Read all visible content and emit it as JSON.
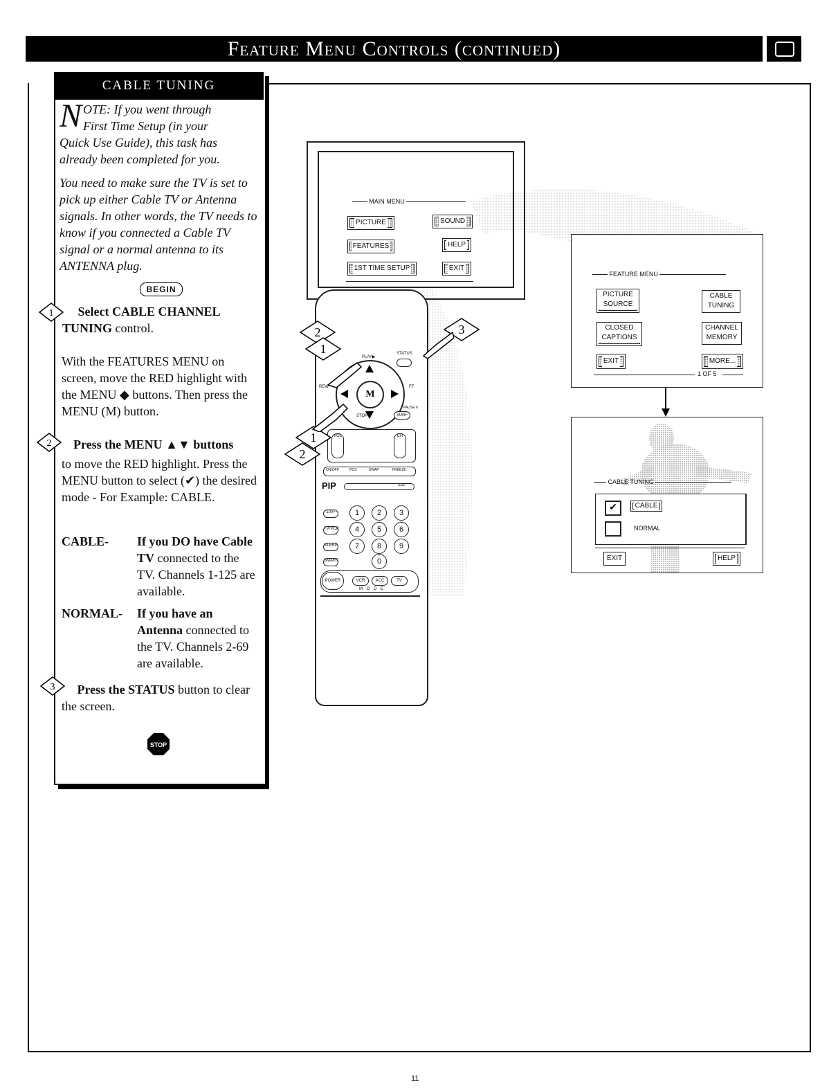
{
  "header": {
    "title": "Feature Menu Controls (continued)"
  },
  "left_panel": {
    "title": "CABLE TUNING",
    "note_initial": "N",
    "note_text_line1": "OTE: If you went through",
    "note_text_line2": "First Time Setup (in your",
    "note_text_rest": "Quick Use Guide), this task has already been completed for you.",
    "intro": "You need to make sure the TV is set to pick up either Cable TV or Antenna signals. In other words, the TV needs to know if you connected a Cable TV signal or a normal antenna to its ANTENNA plug.",
    "begin_label": "BEGIN",
    "step1": {
      "number": "1",
      "heading_bold": "Select CABLE CHANNEL TUNING",
      "heading_rest": " control.",
      "body": "With the FEATURES MENU on screen, move the RED highlight with the MENU ◆ buttons. Then press the MENU (M) button."
    },
    "step2": {
      "number": "2",
      "heading_bold": "Press the MENU ▲▼ buttons",
      "body": "to move the RED highlight. Press the MENU button to select (✔) the desired mode - For Example: CABLE.",
      "options": [
        {
          "term": "CABLE-",
          "desc_bold": "If you DO have Cable TV",
          "desc_rest": " connected to the TV. Channels 1-125 are available."
        },
        {
          "term": "NORMAL-",
          "desc_bold": "If you have an Antenna",
          "desc_rest": " connected to the TV. Channels 2-69 are available."
        }
      ]
    },
    "step3": {
      "number": "3",
      "heading_bold": "Press the STATUS",
      "heading_rest": " button to clear the screen."
    },
    "stop_label": "STOP"
  },
  "main_menu_screen": {
    "title": "MAIN MENU",
    "buttons": [
      "PICTURE",
      "SOUND",
      "FEATURES",
      "HELP",
      "1ST TIME SETUP",
      "EXIT"
    ]
  },
  "feature_menu_screen": {
    "title": "FEATURE MENU",
    "buttons": [
      "PICTURE SOURCE",
      "CABLE TUNING",
      "CLOSED CAPTIONS",
      "CHANNEL MEMORY",
      "EXIT",
      "MORE..."
    ],
    "page_indicator": "1 OF 5"
  },
  "cable_tuning_screen": {
    "title": "CABLE TUNING",
    "options": [
      {
        "label": "CABLE",
        "checked": true
      },
      {
        "label": "NORMAL",
        "checked": false
      }
    ],
    "exit_label": "EXIT",
    "help_label": "HELP"
  },
  "remote": {
    "labels": {
      "play": "PLAY▶",
      "status": "STATUS",
      "rew": "REW",
      "ff": "FF",
      "pause": "PAUSE II",
      "stop": "STOP ■",
      "surf": "SURF",
      "vol": "VOL",
      "ch": "CH",
      "onoff": "ON/OFF",
      "pos": "POS",
      "swap": "SWAP",
      "freeze": "FREEZE",
      "pip": "PIP",
      "size": "SIZE",
      "numbers": [
        "1",
        "2",
        "3",
        "4",
        "5",
        "6",
        "7",
        "8",
        "9",
        "0"
      ],
      "sleep": "SLEEP",
      "tvvcr": "TV/VCR",
      "ah": "100+",
      "smart": "SMART",
      "power": "POWER",
      "vcr": "VCR",
      "acc": "ACC",
      "tv": "TV",
      "mode": "M O D E"
    },
    "callouts": [
      "1",
      "2",
      "3",
      "1",
      "2"
    ]
  },
  "page_number": "11"
}
